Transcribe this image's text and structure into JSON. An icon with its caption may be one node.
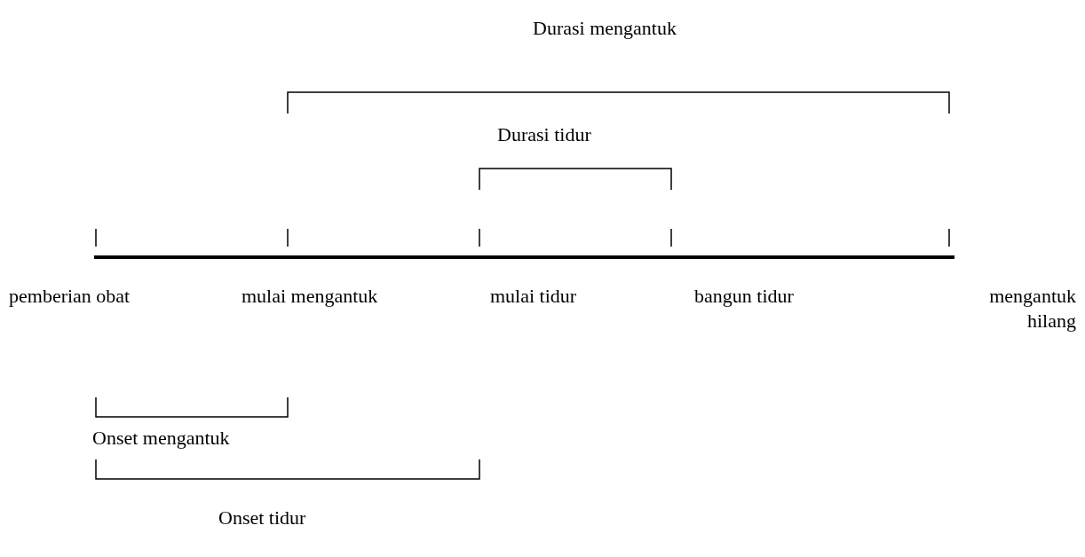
{
  "diagram": {
    "labels": [
      "Durasi mengantuk",
      "Durasi tidur",
      "pemberian obat",
      "mulai mengantuk",
      "mulai tidur",
      "bangun tidur",
      "mengantuk hilang",
      "Onset mengantuk",
      "Onset tidur"
    ]
  }
}
